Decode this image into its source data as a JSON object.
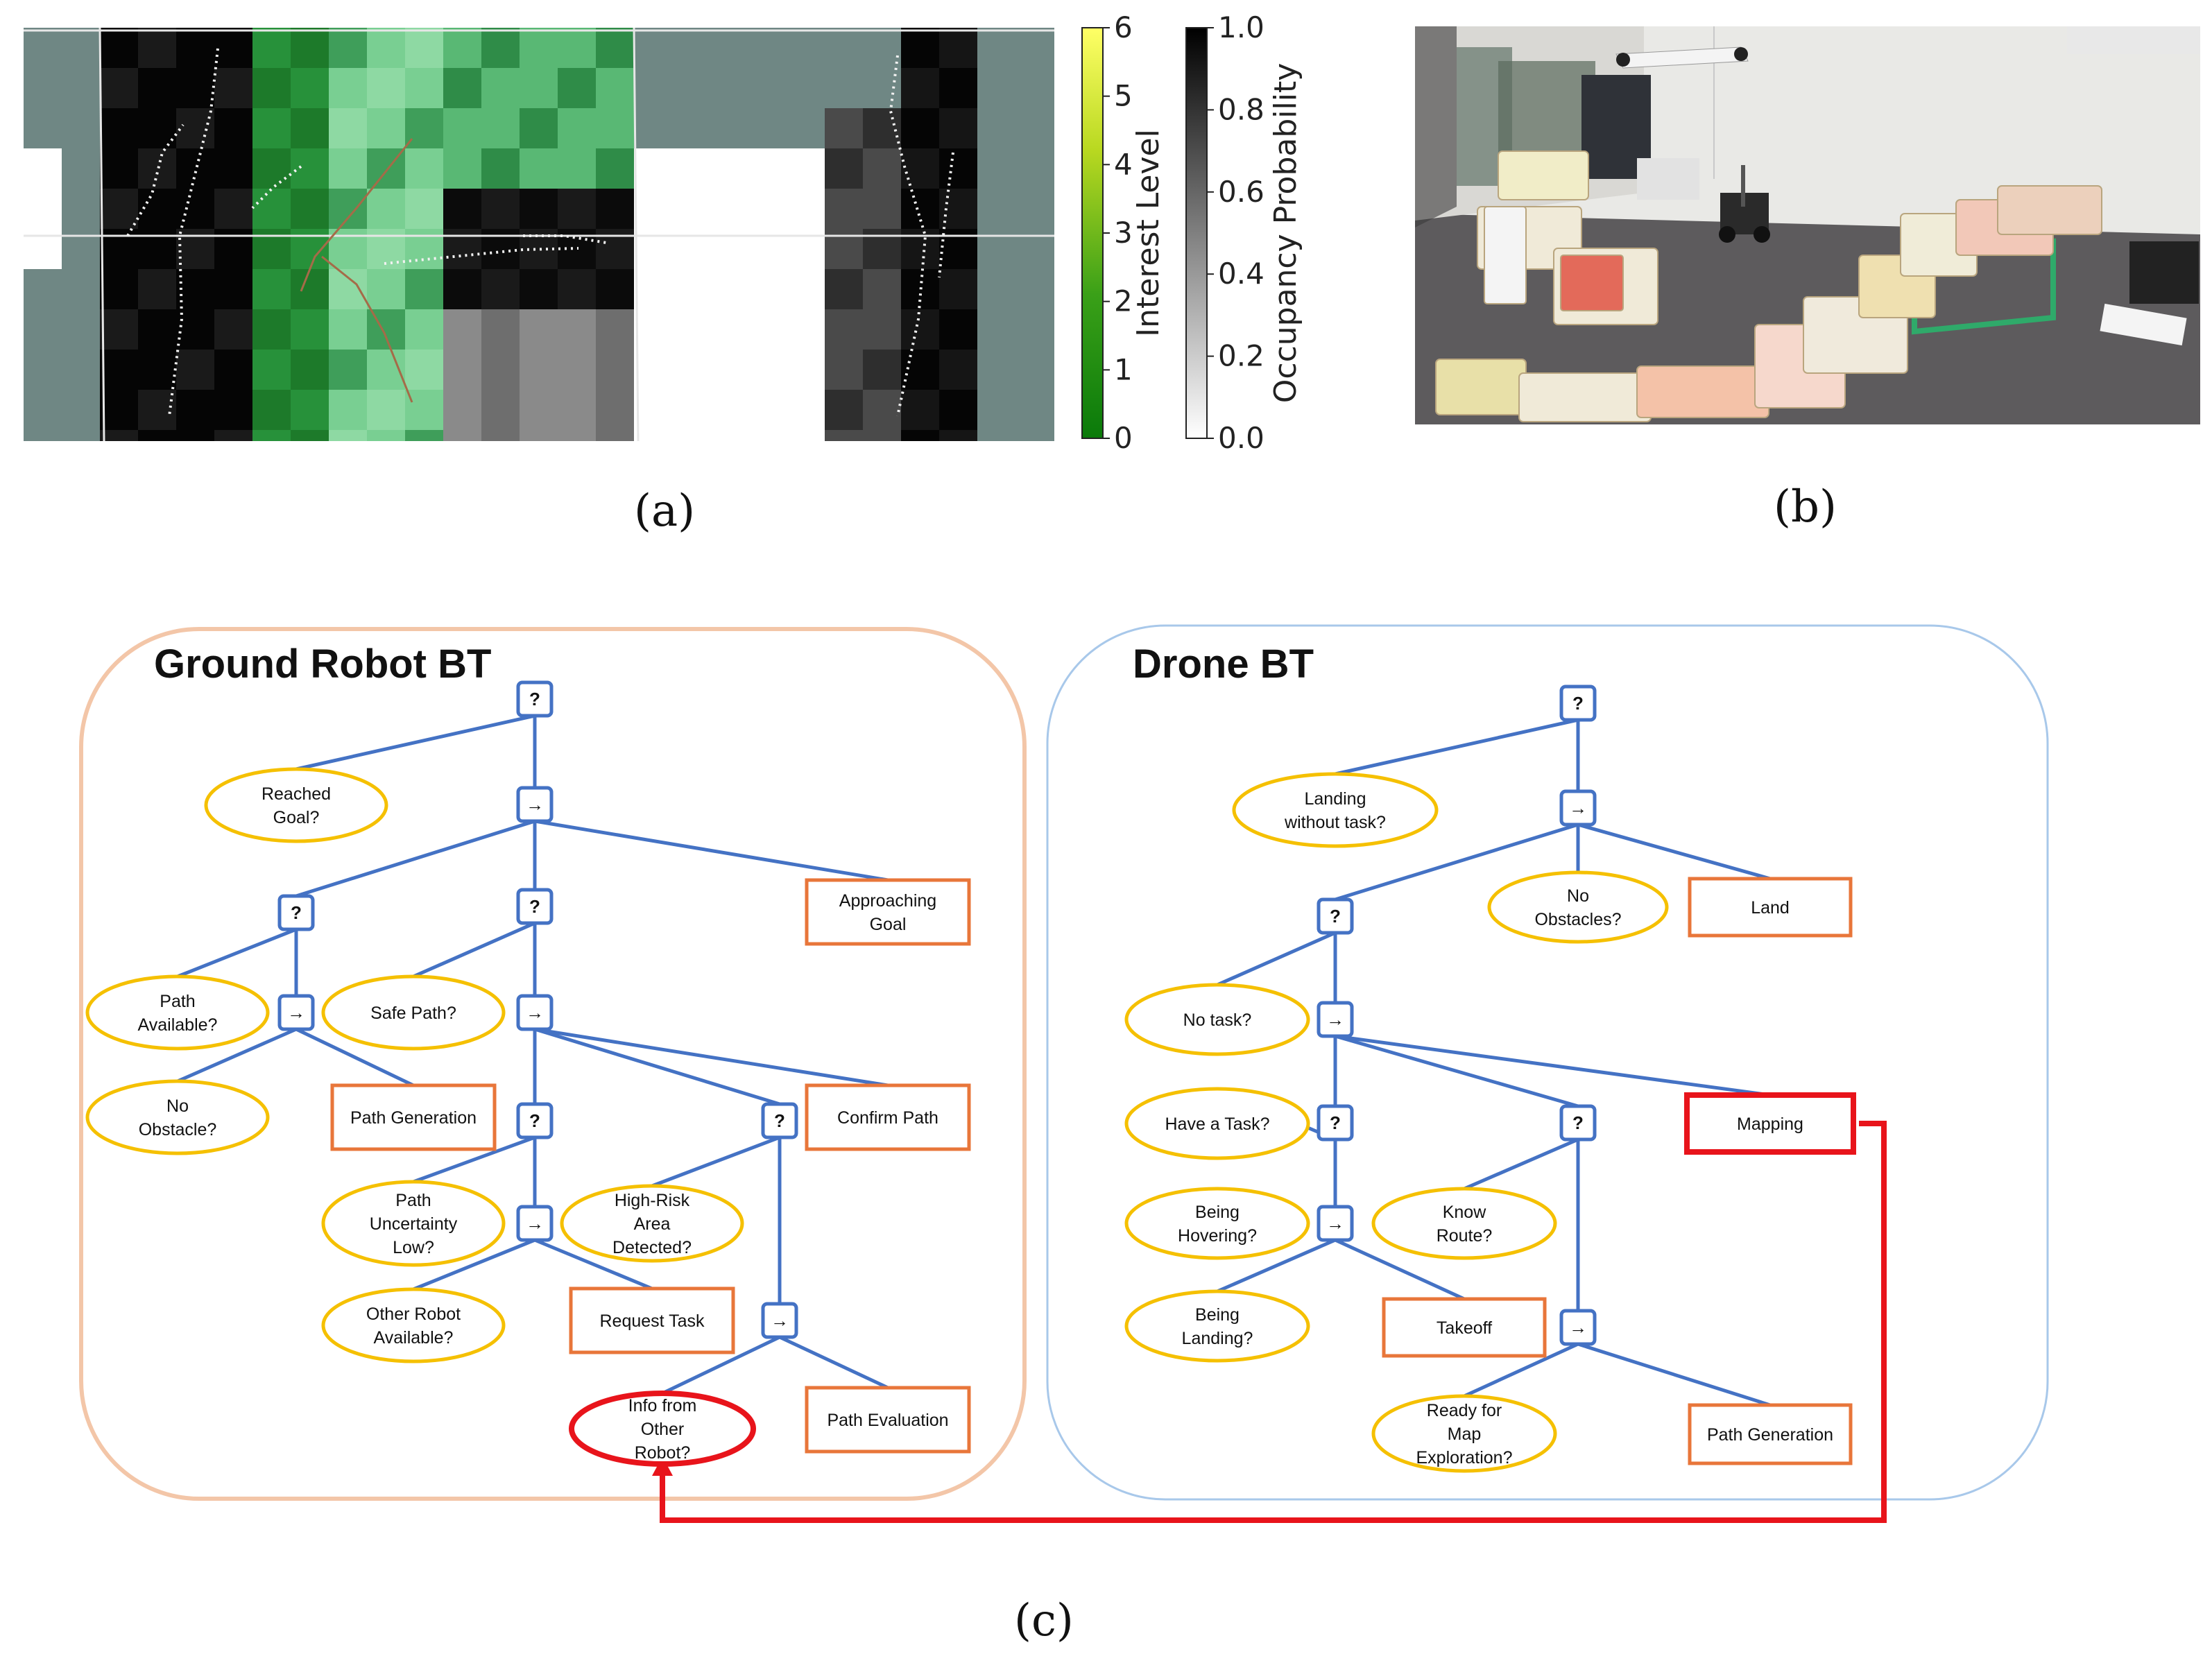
{
  "panels": {
    "a_label": "(a)",
    "b_label": "(b)",
    "c_label": "(c)"
  },
  "colorbars": {
    "interest": {
      "title": "Interest Level",
      "ticks": [
        "0",
        "1",
        "2",
        "3",
        "4",
        "5",
        "6"
      ]
    },
    "occupancy": {
      "title": "Occupancy Probability",
      "ticks": [
        "0.0",
        "0.2",
        "0.4",
        "0.6",
        "0.8",
        "1.0"
      ]
    }
  },
  "ground_bt": {
    "title": "Ground Robot BT",
    "nodes": [
      {
        "id": "g_root",
        "kind": "fallback",
        "label": "?"
      },
      {
        "id": "g_reached",
        "kind": "condition",
        "lines": [
          "Reached",
          "Goal?"
        ]
      },
      {
        "id": "g_seq1",
        "kind": "sequence",
        "label": "→"
      },
      {
        "id": "g_fb1",
        "kind": "fallback",
        "label": "?"
      },
      {
        "id": "g_fb2",
        "kind": "fallback",
        "label": "?"
      },
      {
        "id": "g_approach",
        "kind": "action",
        "lines": [
          "Approaching",
          "Goal"
        ]
      },
      {
        "id": "g_pathavail",
        "kind": "condition",
        "lines": [
          "Path",
          "Available?"
        ]
      },
      {
        "id": "g_seq2",
        "kind": "sequence",
        "label": "→"
      },
      {
        "id": "g_safepath",
        "kind": "condition",
        "lines": [
          "Safe Path?"
        ]
      },
      {
        "id": "g_seq3",
        "kind": "sequence",
        "label": "→"
      },
      {
        "id": "g_noobst",
        "kind": "condition",
        "lines": [
          "No",
          "Obstacle?"
        ]
      },
      {
        "id": "g_pathgen",
        "kind": "action",
        "lines": [
          "Path Generation"
        ]
      },
      {
        "id": "g_fb3",
        "kind": "fallback",
        "label": "?"
      },
      {
        "id": "g_fb4",
        "kind": "fallback",
        "label": "?"
      },
      {
        "id": "g_confirm",
        "kind": "action",
        "lines": [
          "Confirm Path"
        ]
      },
      {
        "id": "g_uncert",
        "kind": "condition",
        "lines": [
          "Path",
          "Uncertainty",
          "Low?"
        ]
      },
      {
        "id": "g_seq4",
        "kind": "sequence",
        "label": "→"
      },
      {
        "id": "g_highrisk",
        "kind": "condition",
        "lines": [
          "High-Risk",
          "Area",
          "Detected?"
        ]
      },
      {
        "id": "g_other",
        "kind": "condition",
        "lines": [
          "Other Robot",
          "Available?"
        ]
      },
      {
        "id": "g_reqtask",
        "kind": "action",
        "lines": [
          "Request Task"
        ]
      },
      {
        "id": "g_seq5",
        "kind": "sequence",
        "label": "→"
      },
      {
        "id": "g_info",
        "kind": "condition",
        "highlight": true,
        "lines": [
          "Info from",
          "Other",
          "Robot?"
        ]
      },
      {
        "id": "g_patheval",
        "kind": "action",
        "lines": [
          "Path Evaluation"
        ]
      }
    ]
  },
  "drone_bt": {
    "title": "Drone BT",
    "nodes": [
      {
        "id": "d_root",
        "kind": "fallback",
        "label": "?"
      },
      {
        "id": "d_landing",
        "kind": "condition",
        "lines": [
          "Landing",
          "without task?"
        ]
      },
      {
        "id": "d_seq1",
        "kind": "sequence",
        "label": "→"
      },
      {
        "id": "d_fb1",
        "kind": "fallback",
        "label": "?"
      },
      {
        "id": "d_noobs",
        "kind": "condition",
        "lines": [
          "No",
          "Obstacles?"
        ]
      },
      {
        "id": "d_land",
        "kind": "action",
        "lines": [
          "Land"
        ]
      },
      {
        "id": "d_notask",
        "kind": "condition",
        "lines": [
          "No task?"
        ]
      },
      {
        "id": "d_seq2",
        "kind": "sequence",
        "label": "→"
      },
      {
        "id": "d_haveatask",
        "kind": "condition",
        "lines": [
          "Have a Task?"
        ]
      },
      {
        "id": "d_fb2",
        "kind": "fallback",
        "label": "?"
      },
      {
        "id": "d_fb3",
        "kind": "fallback",
        "label": "?"
      },
      {
        "id": "d_mapping",
        "kind": "action",
        "highlight": true,
        "lines": [
          "Mapping"
        ]
      },
      {
        "id": "d_hover",
        "kind": "condition",
        "lines": [
          "Being",
          "Hovering?"
        ]
      },
      {
        "id": "d_seq3",
        "kind": "sequence",
        "label": "→"
      },
      {
        "id": "d_knowroute",
        "kind": "condition",
        "lines": [
          "Know",
          "Route?"
        ]
      },
      {
        "id": "d_beinglanding",
        "kind": "condition",
        "lines": [
          "Being",
          "Landing?"
        ]
      },
      {
        "id": "d_takeoff",
        "kind": "action",
        "lines": [
          "Takeoff"
        ]
      },
      {
        "id": "d_seq4",
        "kind": "sequence",
        "label": "→"
      },
      {
        "id": "d_ready",
        "kind": "condition",
        "lines": [
          "Ready for",
          "Map",
          "Exploration?"
        ]
      },
      {
        "id": "d_pathgen",
        "kind": "action",
        "lines": [
          "Path Generation"
        ]
      }
    ]
  },
  "colors": {
    "condition_stroke": "#F5C000",
    "action_stroke": "#E8763A",
    "control_stroke": "#4472C4",
    "edge": "#4472C4",
    "highlight": "#E8141B",
    "ground_frame": "#F3C6A8",
    "drone_frame": "#A8C8EA"
  }
}
